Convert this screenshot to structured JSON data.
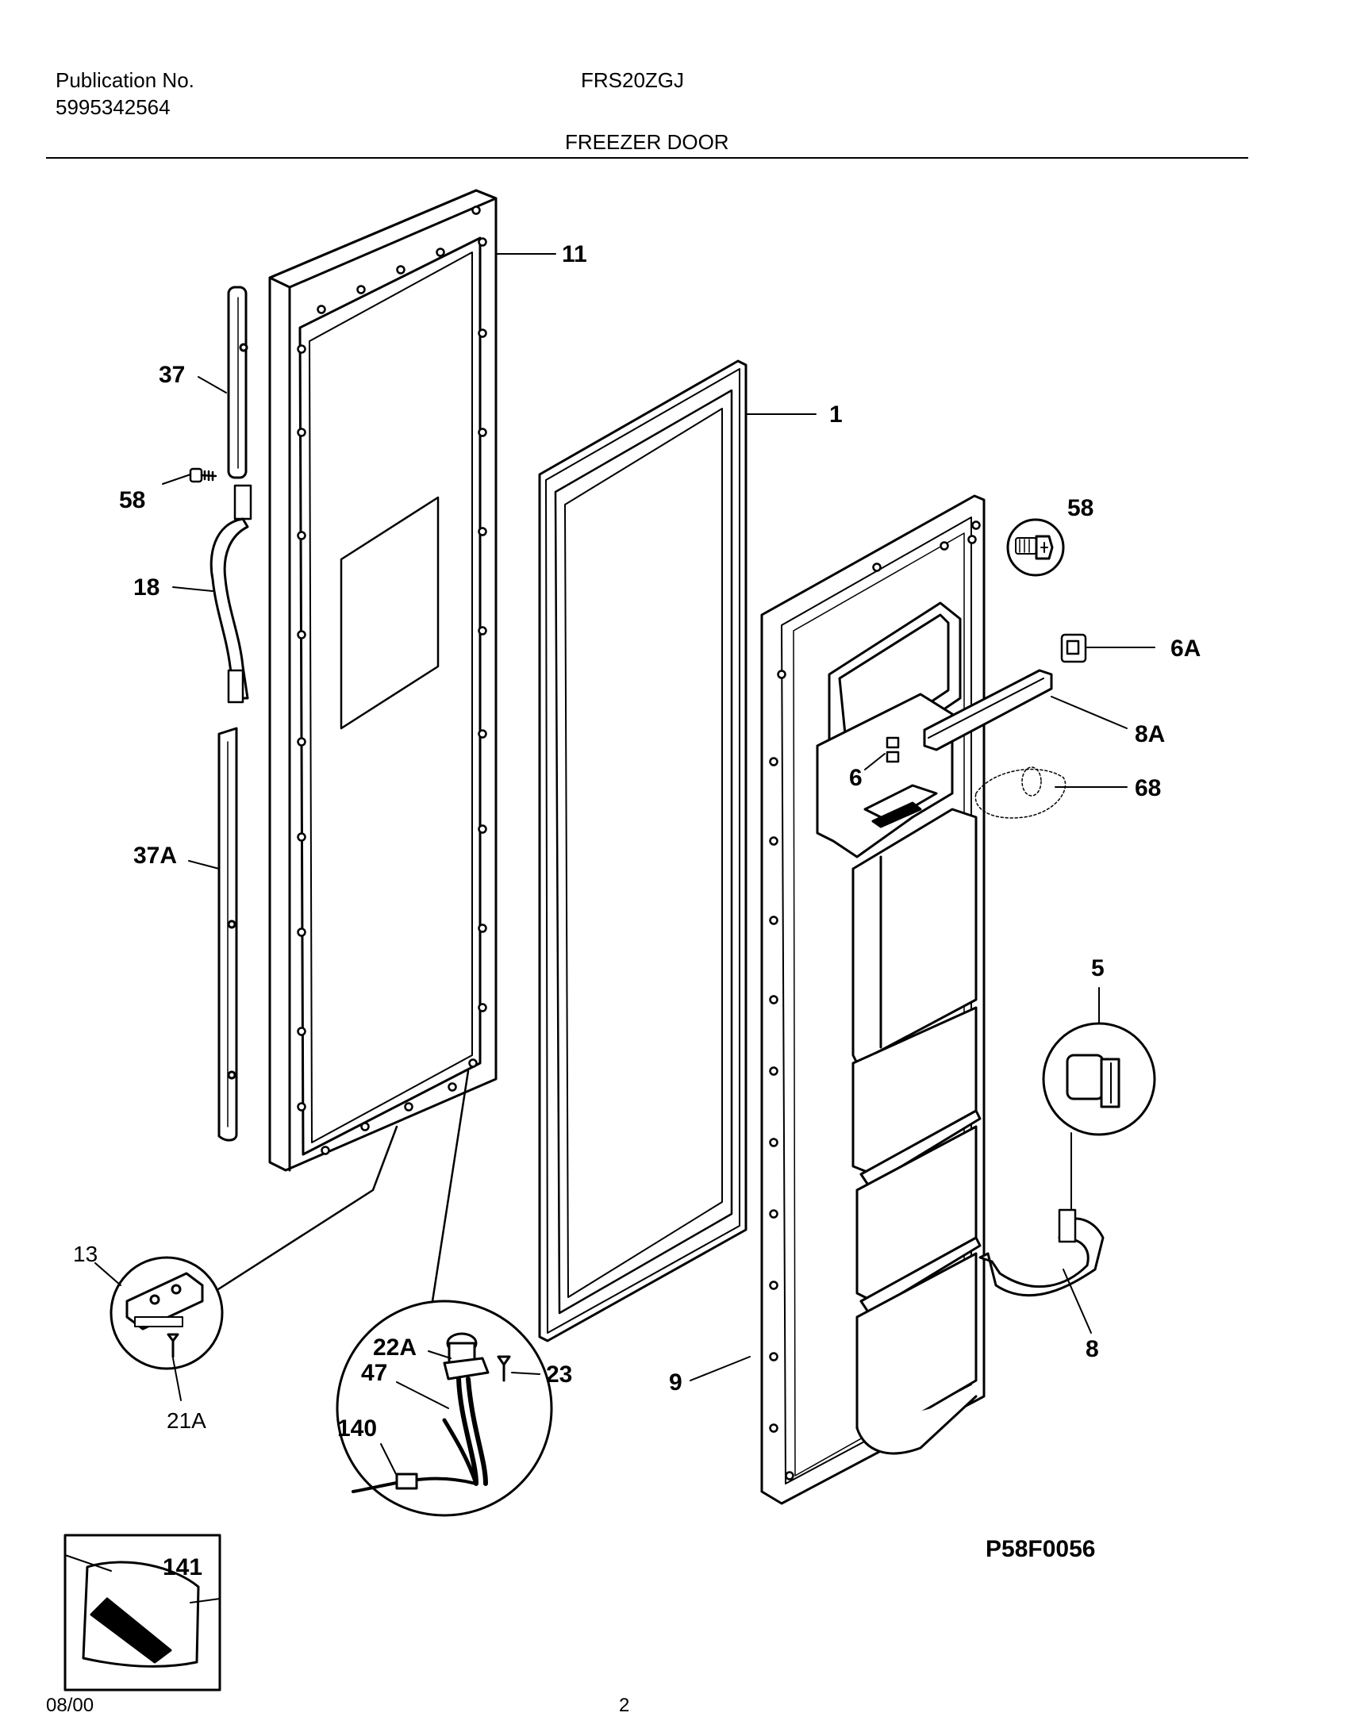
{
  "header": {
    "publication_label": "Publication No.",
    "publication_number": "5995342564",
    "model": "FRS20ZGJ",
    "section_title": "FREEZER DOOR"
  },
  "parts": {
    "p11": "11",
    "p1": "1",
    "p37": "37",
    "p58_left": "58",
    "p18": "18",
    "p37A": "37A",
    "p58_right": "58",
    "p6A": "6A",
    "p8A": "8A",
    "p6": "6",
    "p68": "68",
    "p5": "5",
    "p8": "8",
    "p9": "9",
    "p13": "13",
    "p21A": "21A",
    "p22A": "22A",
    "p23": "23",
    "p47": "47",
    "p140": "140",
    "p141": "141"
  },
  "drawing_code": "P58F0056",
  "footer": {
    "date": "08/00",
    "page": "2"
  }
}
